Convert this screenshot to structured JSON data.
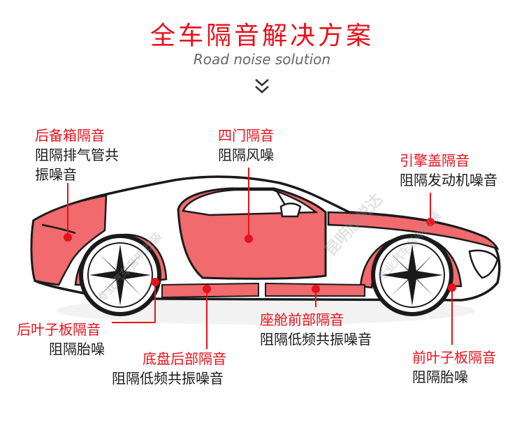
{
  "header": {
    "title": "全车隔音解决方案",
    "subtitle": "Road noise solution"
  },
  "watermark": {
    "text1": "专业汽车音响改装",
    "text2": "昆明欣悦达",
    "text3": "专业汽车音响改装"
  },
  "zones": [
    {
      "title": "后备箱隔音",
      "desc_1": "阻隔排气管共",
      "desc_2": "振噪音"
    },
    {
      "title": "四门隔音",
      "desc_1": "阻隔风噪"
    },
    {
      "title": "引擎盖隔音",
      "desc_1": "阻隔发动机噪音"
    },
    {
      "title": "后叶子板隔音",
      "desc_1": "阻隔胎噪"
    },
    {
      "title": "座舱前部隔音",
      "desc_1": "阻隔低频共振噪音"
    },
    {
      "title": "底盘后部隔音",
      "desc_1": "阻隔低频共振噪音"
    },
    {
      "title": "前叶子板隔音",
      "desc_1": "阻隔胎噪"
    }
  ],
  "colors": {
    "accent": "#e8111b",
    "zone_fill": "#f06a6e",
    "outline": "#1a1a1a"
  },
  "icons": [
    "double-chevron-down-icon"
  ]
}
